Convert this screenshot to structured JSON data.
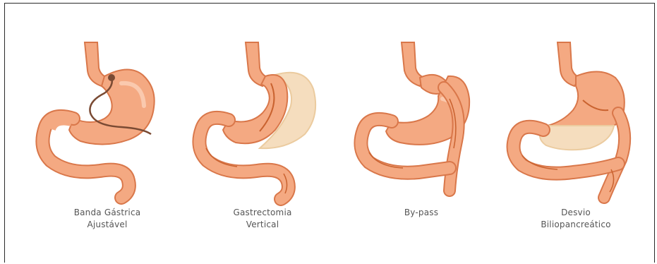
{
  "procedures": [
    {
      "line1": "Banda Gástrica",
      "line2": "Ajustável"
    },
    {
      "line1": "Gastrectomia",
      "line2": "Vertical"
    },
    {
      "line1": "By-pass",
      "line2": ""
    },
    {
      "line1": "Desvio",
      "line2": "Biliopancreático"
    }
  ],
  "colors": {
    "organ_fill": "#F4A982",
    "organ_light": "#FAC9AE",
    "organ_dark": "#C9622F",
    "outline": "#D9774A",
    "removed_part": "#F5DDBE",
    "band": "#7A4A33",
    "frame": "#2A2A2A",
    "caption_text": "#555555"
  },
  "icons": [
    "stomach-band-icon",
    "stomach-sleeve-icon",
    "stomach-bypass-icon",
    "stomach-biliopancreatic-icon"
  ]
}
